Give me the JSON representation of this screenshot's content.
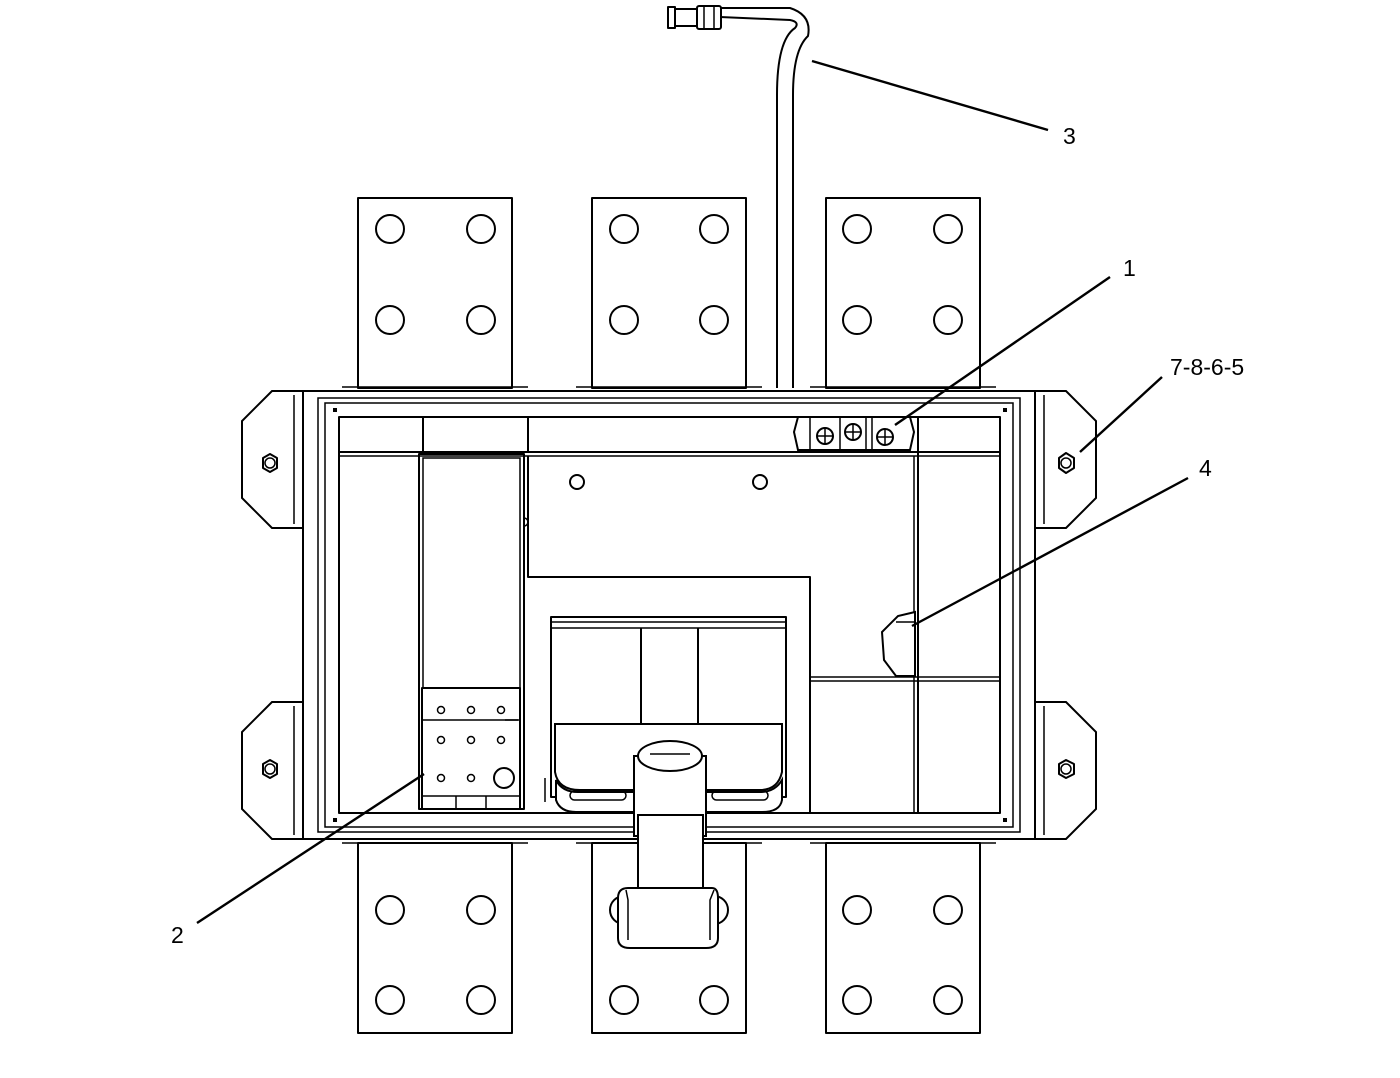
{
  "callouts": {
    "c1": "1",
    "c2": "2",
    "c3": "3",
    "c4": "4",
    "c5": "7-8-6-5"
  },
  "colors": {
    "line": "#000000",
    "background": "#ffffff"
  }
}
